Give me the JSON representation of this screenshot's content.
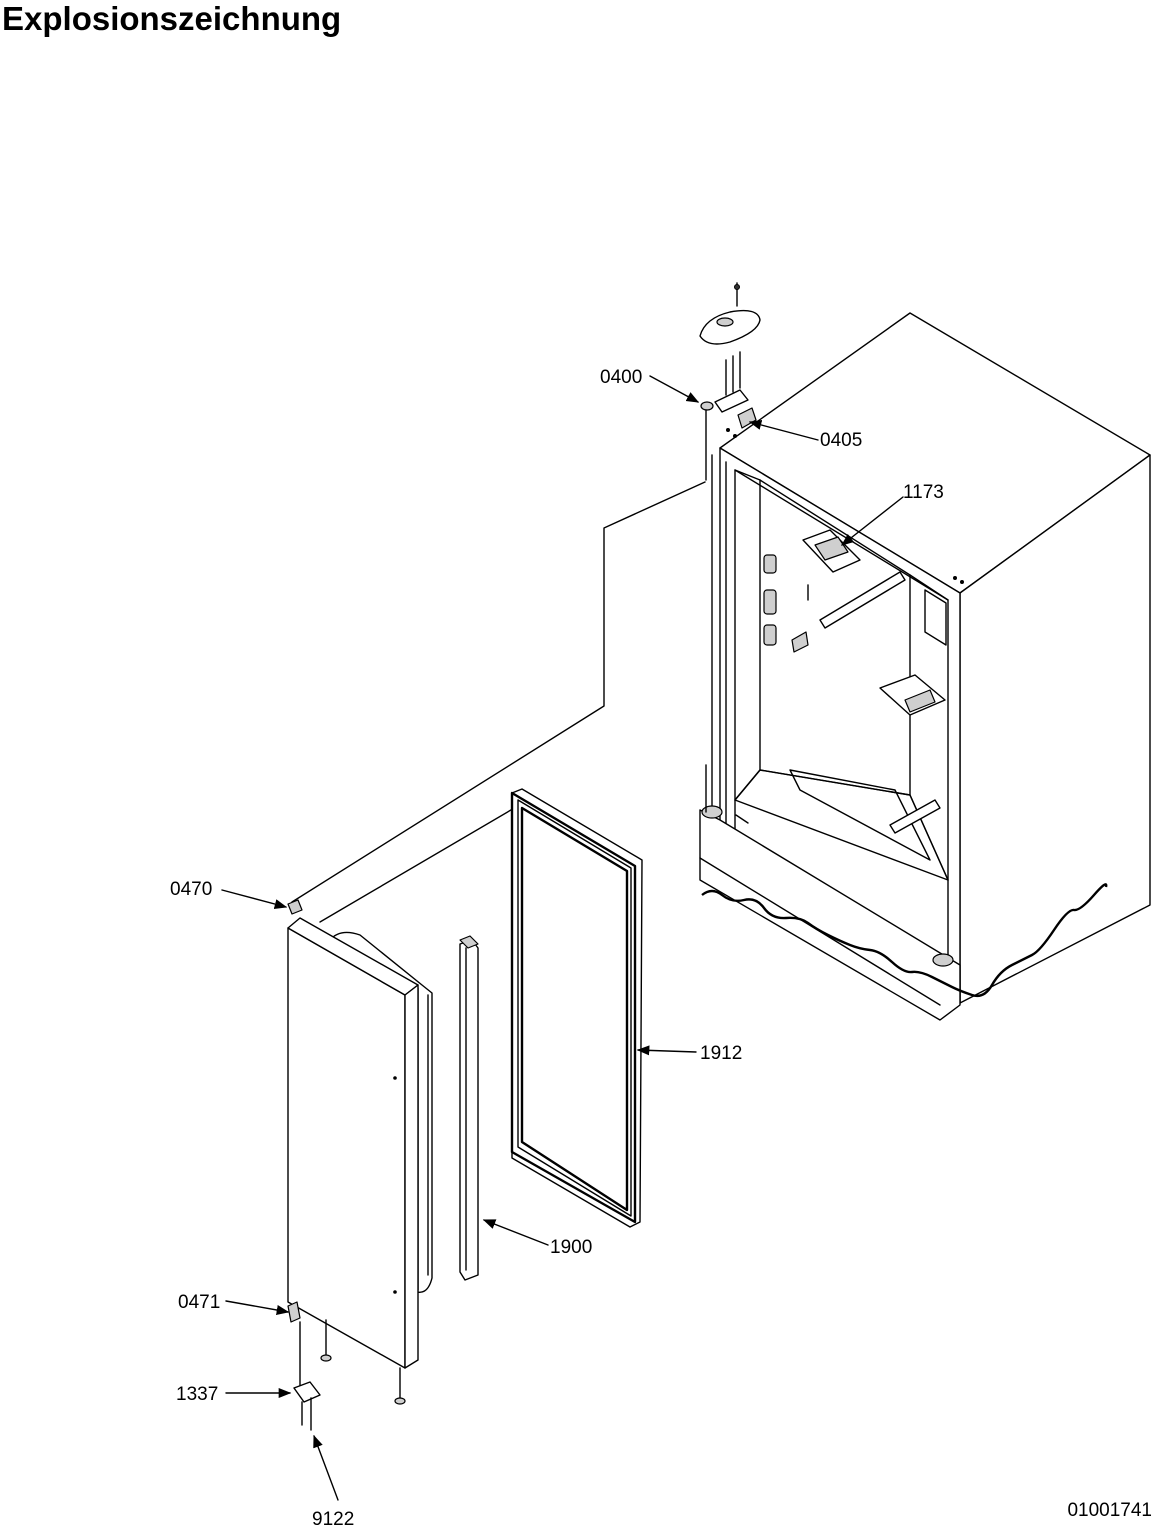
{
  "header": {
    "title": "Explosionszeichnung"
  },
  "footer": {
    "document_number": "01001741"
  },
  "callouts": [
    {
      "id": "0400",
      "label": "0400",
      "part": "upper-hinge"
    },
    {
      "id": "0405",
      "label": "0405",
      "part": "hinge-shim"
    },
    {
      "id": "1173",
      "label": "1173",
      "part": "interior-bracket"
    },
    {
      "id": "0470",
      "label": "0470",
      "part": "upper-door-bushing"
    },
    {
      "id": "1912",
      "label": "1912",
      "part": "door-gasket"
    },
    {
      "id": "1900",
      "label": "1900",
      "part": "door-handle"
    },
    {
      "id": "0471",
      "label": "0471",
      "part": "lower-door-bushing"
    },
    {
      "id": "1337",
      "label": "1337",
      "part": "lower-hinge"
    },
    {
      "id": "9122",
      "label": "9122",
      "part": "hinge-screw"
    }
  ],
  "icons": {
    "arrow": "arrowhead-icon"
  }
}
